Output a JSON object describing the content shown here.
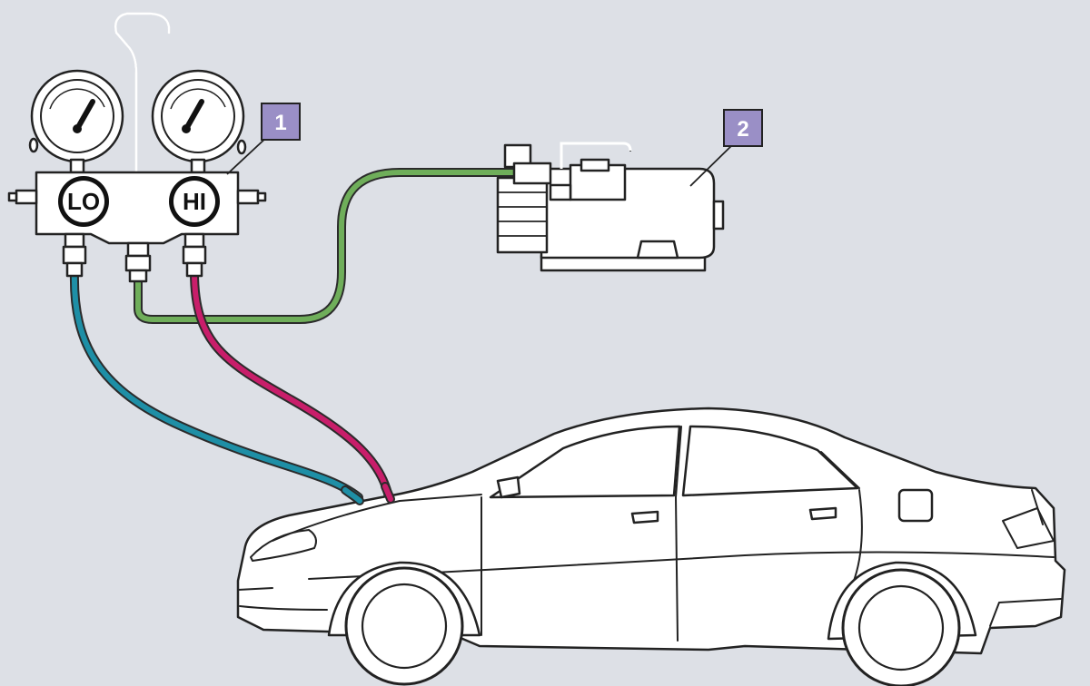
{
  "gauges": {
    "lo_label": "LO",
    "hi_label": "HI"
  },
  "callouts": {
    "manifold": "1",
    "vacuum_pump": "2"
  },
  "colors": {
    "background": "#dde0e6",
    "low_side_hose": "#1e8fa6",
    "high_side_hose": "#c81e6a",
    "service_hose": "#6fae5a",
    "callout_fill": "#9a8fc6"
  },
  "icons": {
    "manifold": "manifold-gauge-set-icon",
    "pump": "vacuum-pump-icon",
    "car": "sedan-car-icon"
  }
}
